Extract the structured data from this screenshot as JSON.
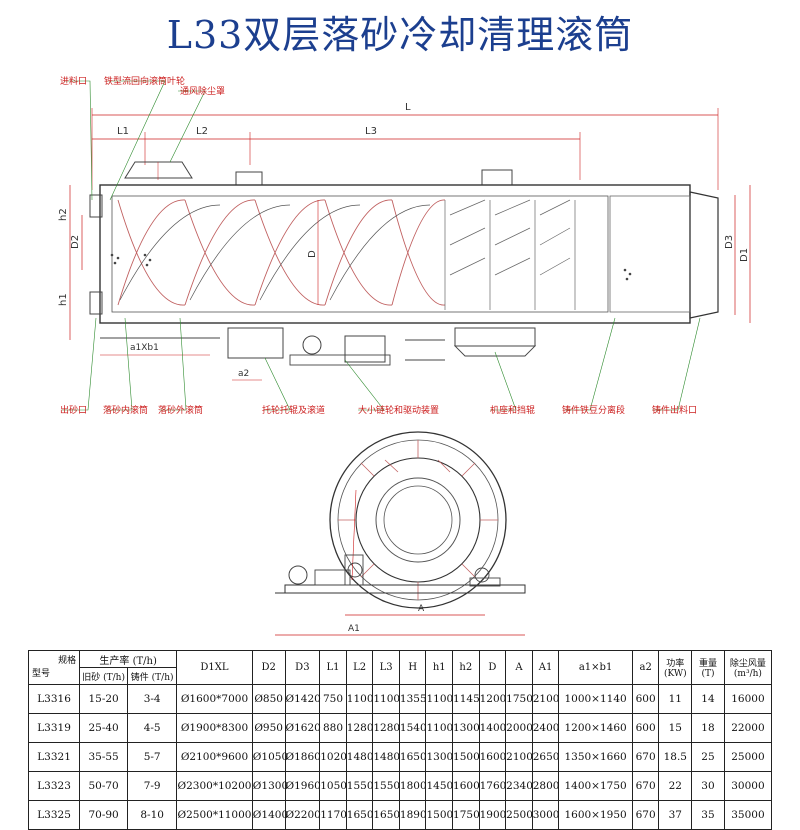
{
  "title": "L33双层落砂冷却清理滚筒",
  "colors": {
    "title": "#1c3f8f",
    "label": "#cc1f1f",
    "dim": "#cc1f1f",
    "outline": "#333333",
    "helix": "#c06060"
  },
  "side_view": {
    "dims": {
      "L": "L",
      "L1": "L1",
      "L2": "L2",
      "L3": "L3",
      "h2": "h2",
      "D2": "D2",
      "D": "D",
      "h1": "h1",
      "D3": "D3",
      "D1": "D1",
      "a1xb1": "a1Xb1",
      "a2": "a2"
    },
    "labels": {
      "inlet": "进料口",
      "iron_sand_blade": "铁型流回向滚筒叶轮",
      "dust_cover": "通风除尘罩",
      "sand_outlet": "出砂口",
      "sand_drop_drum": "落砂内滚筒",
      "sand_drop_outer": "落砂外滚筒",
      "idler_device": "托轮托辊及滚道",
      "drive_device": "大小链轮和驱动装置",
      "base_roller": "机座和挡辊",
      "casting_separator": "铸件铁豆分离段",
      "casting_outlet": "铸件出料口"
    }
  },
  "end_view": {
    "dims": {
      "A": "A",
      "A1": "A1"
    }
  },
  "table": {
    "header": {
      "spec_corner_top": "规格",
      "spec_corner_bottom": "型号",
      "capacity": "生产率 (T/h)",
      "old_sand": "旧砂 (T/h)",
      "casting": "铸件 (T/h)",
      "cols": [
        "D1XL",
        "D2",
        "D3",
        "L1",
        "L2",
        "L3",
        "H",
        "h1",
        "h2",
        "D",
        "A",
        "A1",
        "a1×b1",
        "a2",
        "功率 (KW)",
        "重量 (T)",
        "除尘风量 (m³/h)"
      ]
    },
    "rows": [
      [
        "L3316",
        "15-20",
        "3-4",
        "Ø1600*7000",
        "Ø850",
        "Ø1420",
        "750",
        "1100",
        "1100",
        "1355",
        "1100",
        "1145",
        "1200",
        "1750",
        "2100",
        "1000×1140",
        "600",
        "11",
        "14",
        "16000"
      ],
      [
        "L3319",
        "25-40",
        "4-5",
        "Ø1900*8300",
        "Ø950",
        "Ø1620",
        "880",
        "1280",
        "1280",
        "1540",
        "1100",
        "1300",
        "1400",
        "2000",
        "2400",
        "1200×1460",
        "600",
        "15",
        "18",
        "22000"
      ],
      [
        "L3321",
        "35-55",
        "5-7",
        "Ø2100*9600",
        "Ø1050",
        "Ø1860",
        "1020",
        "1480",
        "1480",
        "1650",
        "1300",
        "1500",
        "1600",
        "2100",
        "2650",
        "1350×1660",
        "670",
        "18.5",
        "25",
        "25000"
      ],
      [
        "L3323",
        "50-70",
        "7-9",
        "Ø2300*10200",
        "Ø1300",
        "Ø1960",
        "1050",
        "1550",
        "1550",
        "1800",
        "1450",
        "1600",
        "1760",
        "2340",
        "2800",
        "1400×1750",
        "670",
        "22",
        "30",
        "30000"
      ],
      [
        "L3325",
        "70-90",
        "8-10",
        "Ø2500*11000",
        "Ø1400",
        "Ø2200",
        "1170",
        "1650",
        "1650",
        "1890",
        "1500",
        "1750",
        "1900",
        "2500",
        "3000",
        "1600×1950",
        "670",
        "37",
        "35",
        "35000"
      ]
    ]
  }
}
